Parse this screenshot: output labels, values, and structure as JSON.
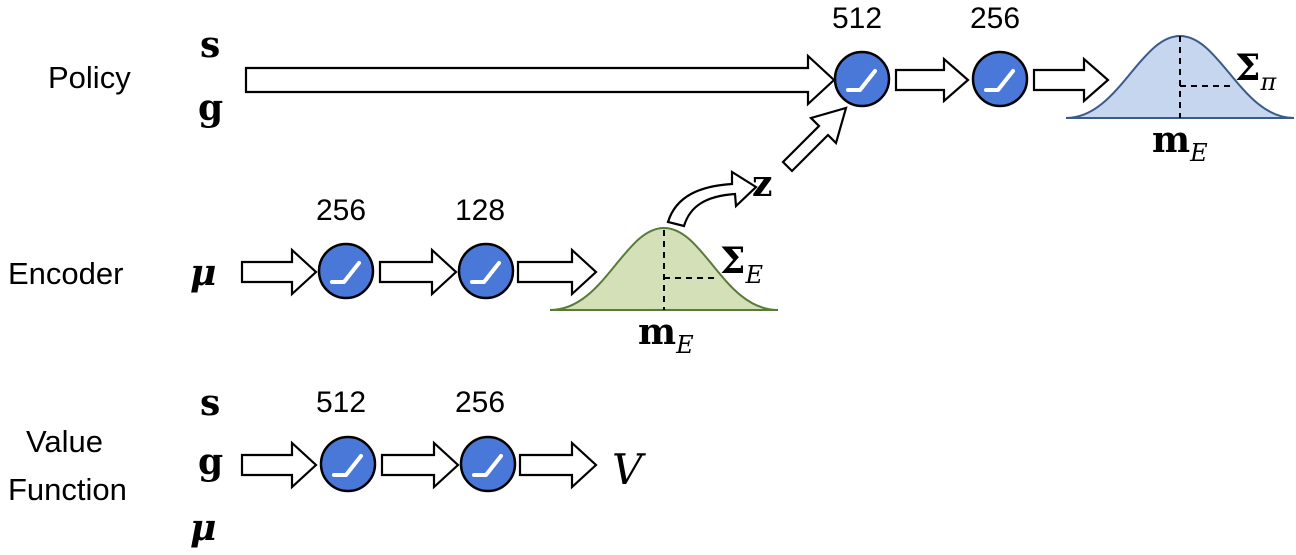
{
  "rows": {
    "policy": {
      "label": "Policy",
      "inputs": [
        "s",
        "g"
      ],
      "layers": [
        "512",
        "256"
      ],
      "output": {
        "mean": "m",
        "mean_sub": "E",
        "cov": "Σ",
        "cov_sub": "π"
      }
    },
    "encoder": {
      "label": "Encoder",
      "input": "μ",
      "layers": [
        "256",
        "128"
      ],
      "output": {
        "mean": "m",
        "mean_sub": "E",
        "cov": "Σ",
        "cov_sub": "E"
      },
      "latent": "z"
    },
    "value": {
      "label_line1": "Value",
      "label_line2": "Function",
      "inputs": [
        "s",
        "g",
        "μ"
      ],
      "layers": [
        "512",
        "256"
      ],
      "output": "V"
    }
  },
  "colors": {
    "node_fill": "#4a78d8",
    "encoder_gaussian": "#d3e0b8",
    "policy_gaussian": "#c5d6ee"
  }
}
